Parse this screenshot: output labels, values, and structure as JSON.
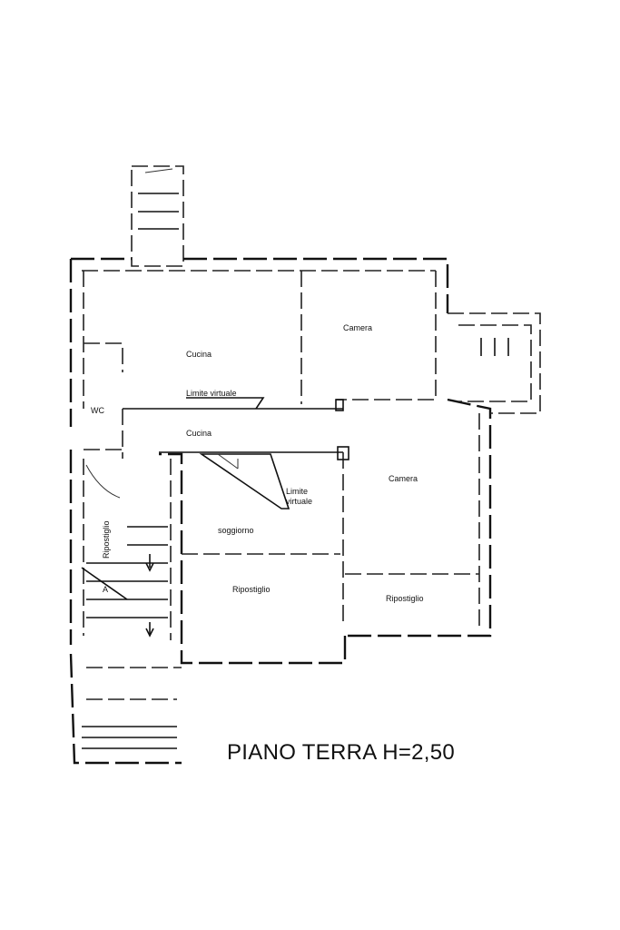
{
  "title": "PIANO TERRA H=2,50",
  "rooms": {
    "cucina_top": "Cucina",
    "camera_top": "Camera",
    "wc": "WC",
    "cucina_mid": "Cucina",
    "camera_right": "Camera",
    "soggiorno": "soggiorno",
    "ripostiglio_center": "Ripostiglio",
    "ripostiglio_right": "Ripostiglio",
    "ripostiglio_left": "Ripostiglio"
  },
  "annotations": {
    "limite_virtuale_top": "Limite virtuale",
    "limite_virtuale_mid_1": "Limite",
    "limite_virtuale_mid_2": "virtuale",
    "stair_mark": "A"
  }
}
